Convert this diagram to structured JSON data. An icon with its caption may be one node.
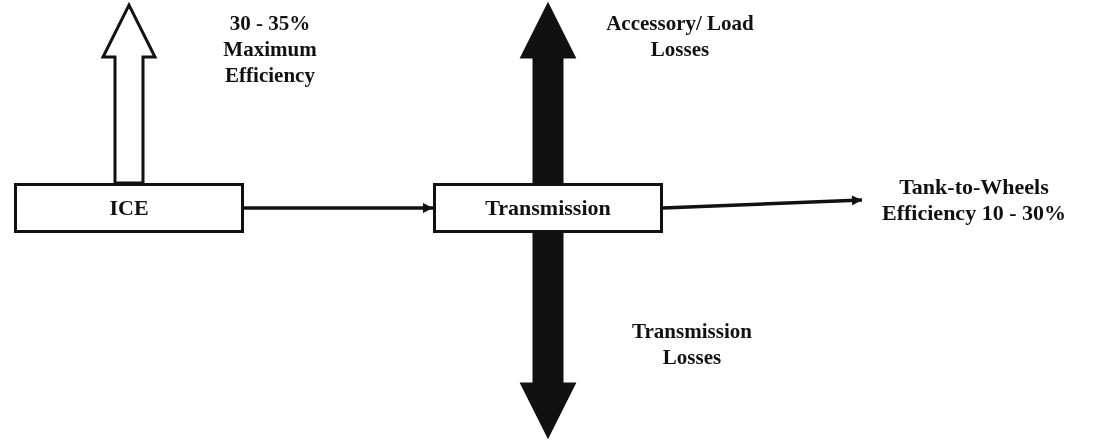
{
  "diagram": {
    "nodes": [
      {
        "text": [
          "ICE"
        ]
      },
      {
        "text": [
          "Transmission"
        ]
      },
      {
        "text": [
          "Tank-to-Wheels Efficiency 10 - 30%"
        ]
      }
    ],
    "edges": [
      {
        "from": 0,
        "to": null,
        "arrow": "to",
        "label": "30 - 35% Maximum Efficiency",
        "style": "thick",
        "color": "#ffffff"
      },
      {
        "from": 0,
        "to": 1,
        "arrow": "to"
      },
      {
        "from": 1,
        "to": null,
        "arrow": "to",
        "label": "Accessory/ Load Losses",
        "style": "thick"
      },
      {
        "from": 1,
        "to": 2,
        "arrow": "to"
      },
      {
        "from": 1,
        "to": null,
        "arrow": "to",
        "label": "Transmission Losses",
        "style": "thick"
      }
    ]
  }
}
